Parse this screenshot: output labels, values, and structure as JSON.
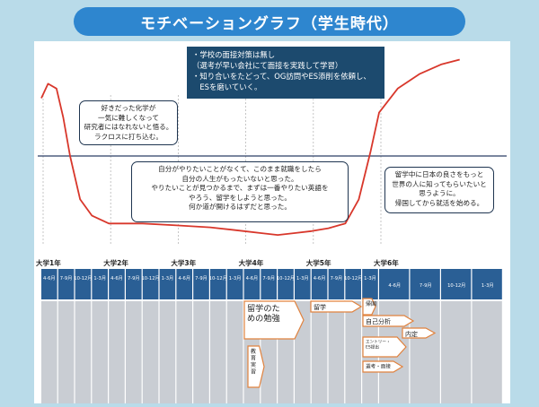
{
  "page": {
    "title": "モチベーショングラフ（学生時代）"
  },
  "notes": {
    "dark_box": "・学校の面接対策は無し\n（選考が早い会社にて面接を実践して学習）\n・知り合いをたどって、OG訪問やES添削を依頼し、\n　ESを磨いていく。"
  },
  "bubbles": [
    {
      "text": "好きだった化学が\n一気に難しくなって\n研究者にはなれないと悟る。\nラクロスに打ち込む。"
    },
    {
      "text": "自分がやりたいことがなくて、このまま就職をしたら\n自分の人生がもったいないと思った。\nやりたいことが見つかるまで、まずは一番やりたい英語を\nやろう、留学をしようと思った。\n何か道が開けるはずだと思った。"
    },
    {
      "text": "留学中に日本の良さをもっと\n世界の人に知ってもらいたいと\n思うように。\n帰国してから就活を始める。"
    }
  ],
  "timeline": {
    "years": [
      "大学1年",
      "大学2年",
      "大学3年",
      "大学4年",
      "大学5年",
      "大学6年"
    ],
    "months_quarterly": [
      "4-6月",
      "7-9月",
      "10-12月",
      "1-3月"
    ],
    "months_final": [
      "4-6月",
      "7-9月",
      "10-12月",
      "1-3月"
    ]
  },
  "activities": [
    {
      "label": "留学のための勉強"
    },
    {
      "label": "留学"
    },
    {
      "label": "帰国"
    },
    {
      "label": "自己分析"
    },
    {
      "label": "内定"
    },
    {
      "label": "エントリー・ES提出"
    },
    {
      "label": "教育実習"
    },
    {
      "label": "選考・面接"
    }
  ],
  "chart_data": {
    "type": "line",
    "title": "モチベーショングラフ（学生時代）",
    "xlabel": "",
    "ylabel": "",
    "x_unit": "quarter index (0 = 大学1年 4-6月)",
    "ylim": [
      -100,
      100
    ],
    "x": [
      0,
      0.4,
      0.9,
      1.3,
      1.7,
      2.3,
      3,
      4,
      6,
      8,
      10,
      12,
      13,
      14,
      15,
      16,
      17,
      18,
      18.8,
      19.5,
      20,
      20.6,
      21.3,
      22,
      22.6
    ],
    "y": [
      60,
      75,
      70,
      40,
      0,
      -45,
      -62,
      -70,
      -70,
      -72,
      -74,
      -78,
      -80,
      -82,
      -80,
      -78,
      -75,
      -70,
      -45,
      5,
      45,
      70,
      85,
      95,
      100
    ],
    "zero_line": true
  },
  "colors": {
    "line": "#d8372b",
    "axis": "#2b3f66",
    "header_blue": "#2a5f95",
    "grid_gray": "#c9cdd3",
    "arrow_orange": "#e0823e"
  }
}
